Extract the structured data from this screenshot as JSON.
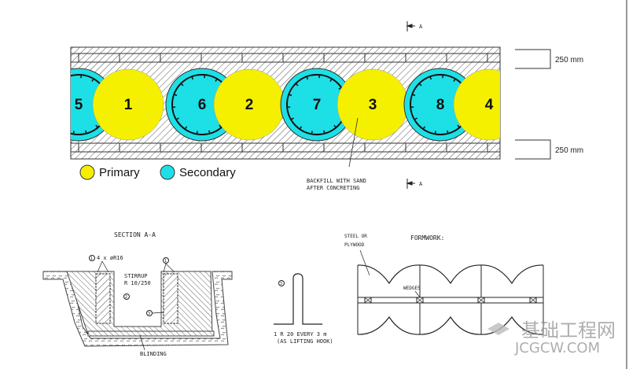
{
  "plan": {
    "piles": [
      {
        "label": "5",
        "type": "secondary"
      },
      {
        "label": "1",
        "type": "primary"
      },
      {
        "label": "6",
        "type": "secondary"
      },
      {
        "label": "2",
        "type": "primary"
      },
      {
        "label": "7",
        "type": "secondary"
      },
      {
        "label": "3",
        "type": "primary"
      },
      {
        "label": "8",
        "type": "secondary"
      },
      {
        "label": "4",
        "type": "primary"
      }
    ],
    "dim_top": "250 mm",
    "dim_bottom": "250 mm",
    "section_mark_top": "A",
    "section_mark_bottom": "A",
    "backfill_line1": "BACKFILL WITH SAND",
    "backfill_line2": "AFTER CONCRETING",
    "colors": {
      "primary": "#f5f000",
      "secondary": "#1de0e6"
    }
  },
  "legend": {
    "primary": "Primary",
    "secondary": "Secondary"
  },
  "section": {
    "title": "SECTION A-A",
    "rebar_label": "4 x øR16",
    "stirrup_line1": "STIRRUP",
    "stirrup_line2": "R 10/250",
    "marker1": "1",
    "marker1b": "1",
    "marker2": "2",
    "marker3": "3",
    "blinding": "BLINDING"
  },
  "hook": {
    "marker": "3",
    "line1": "1 R 20 EVERY 3 m",
    "line2": "(AS LIFTING HOOK)"
  },
  "formwork": {
    "title": "FORMWORK:",
    "material_line1": "STEEL OR",
    "material_line2": "PLYWOOD",
    "wedges": "WEDGES"
  },
  "watermark": {
    "cn": "基础工程网",
    "en": "JCGCW.COM"
  }
}
